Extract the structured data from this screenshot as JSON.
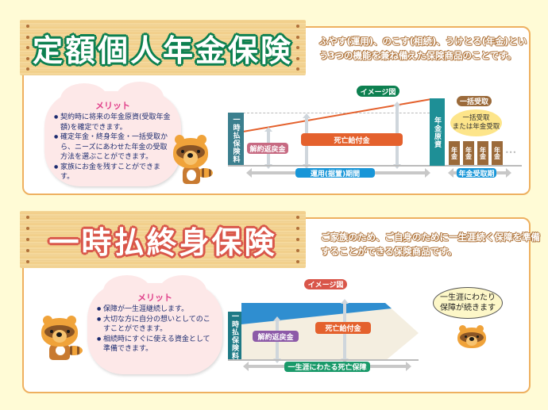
{
  "section1": {
    "title": "定額個人年金保険",
    "description": "ふやす(運用)、のこす(相続)、うけとる(年金)という3つの機能を兼ね備えた保険商品のことです。",
    "merit": {
      "heading": "メリット",
      "items": [
        "契約時に将来の年金原資(受取年金額)を確定できます。",
        "確定年金・終身年金・一括受取から、ニーズにあわせた年金の受取方法を選ぶことができます。",
        "家族にお金を残すことができます。"
      ]
    },
    "diagram": {
      "image_label": "イメージ図",
      "premium_label": "一時払保険料",
      "surrender_label": "解約返戻金",
      "death_benefit_label": "死亡給付金",
      "pension_fund_label": "年金原資",
      "lump_sum_label": "一括受取",
      "bubble_line1": "一括受取",
      "bubble_line2": "または年金受取",
      "pension_box_label": "年金",
      "ellipsis": "•••",
      "period_label": "運用(据置)期間",
      "pension_period_label": "年金受取期"
    },
    "colors": {
      "title_outline": "#0d8050",
      "accent_teal": "#1e8f96",
      "accent_orange": "#e4612d",
      "surrender": "#c76a82",
      "period": "#1896d8",
      "lump": "#9b6a3a"
    }
  },
  "section2": {
    "title": "一時払終身保険",
    "description": "ご家族のため、ご自身のために一生涯続く保障を準備することができる保険商品です。",
    "merit": {
      "heading": "メリット",
      "items": [
        "保障が一生涯継続します。",
        "大切な方に自分の想いとしてのこすことができます。",
        "相続時にすぐに使える資金として準備できます。"
      ]
    },
    "diagram": {
      "image_label": "イメージ図",
      "premium_label": "一時払保険料",
      "surrender_label": "解約返戻金",
      "death_benefit_label": "死亡給付金",
      "period_label": "一生涯にわたる死亡保障"
    },
    "speech_bubble": {
      "line1": "一生涯にわたり",
      "line2": "保障が続きます"
    },
    "colors": {
      "title_outline": "#d9564a",
      "image_label_bg": "#d9564a",
      "premium": "#1e7a86",
      "coverage": "#2f8ed0",
      "surrender": "#8c5aa8",
      "death": "#e4612d",
      "period": "#1a9a6a"
    }
  }
}
